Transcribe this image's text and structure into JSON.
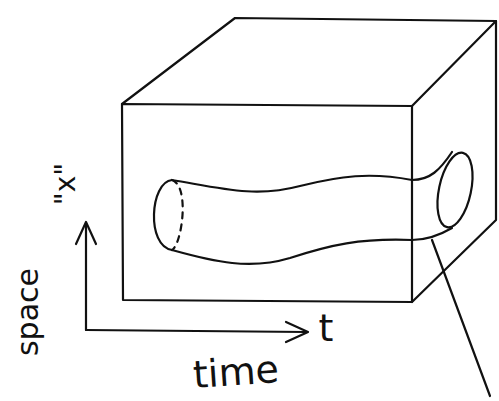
{
  "diagram": {
    "labels": [
      "space",
      "\"x\"",
      "time",
      "t"
    ]
  }
}
